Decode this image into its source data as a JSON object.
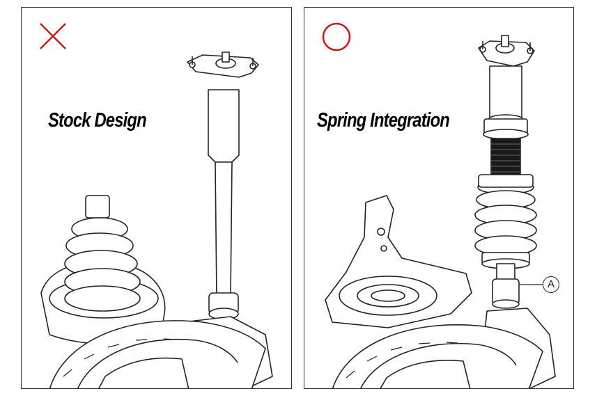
{
  "left_panel": {
    "caption": "Stock Design",
    "marker_icon": "cross-icon",
    "marker_color": "#c8191e"
  },
  "right_panel": {
    "caption": "Spring Integration",
    "marker_icon": "circle-icon",
    "marker_color": "#c8191e",
    "callout_label": "A"
  }
}
